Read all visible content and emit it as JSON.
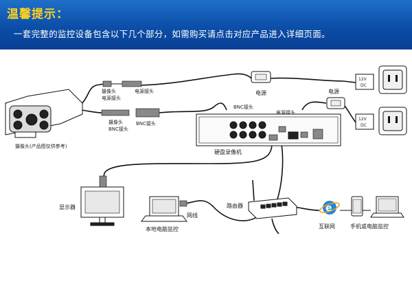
{
  "header": {
    "title": "温馨提示：",
    "subtitle": "一套完整的监控设备包含以下几个部分，如需购买请点击对应产品进入详细页面。"
  },
  "labels": {
    "camera": "摄像头(产品图仅供参考)",
    "camera_plug": "摄像头",
    "power_plug": "电源接头",
    "camera_plug_2": "摄像头",
    "camera_bnc": "BNC接头",
    "bnc_connector": "BNC接头",
    "bnc_port": "BNC接头",
    "power_port": "电源接头",
    "power_adapter_1": "电源",
    "power_adapter_2": "电源",
    "dvr": "硬盘录像机",
    "monitor": "显示器",
    "router": "路由器",
    "cable": "网线",
    "local_pc": "本地电脑监控",
    "internet": "互联网",
    "mobile": "手机或电脑监控",
    "plate_1a": "12V",
    "plate_1b": "DC",
    "plate_2a": "12V",
    "plate_2b": "DC"
  },
  "colors": {
    "banner": "#0b4ea8",
    "title": "#ffd21f",
    "subtitle": "#ffffff",
    "ie_blue": "#1e88d6"
  }
}
